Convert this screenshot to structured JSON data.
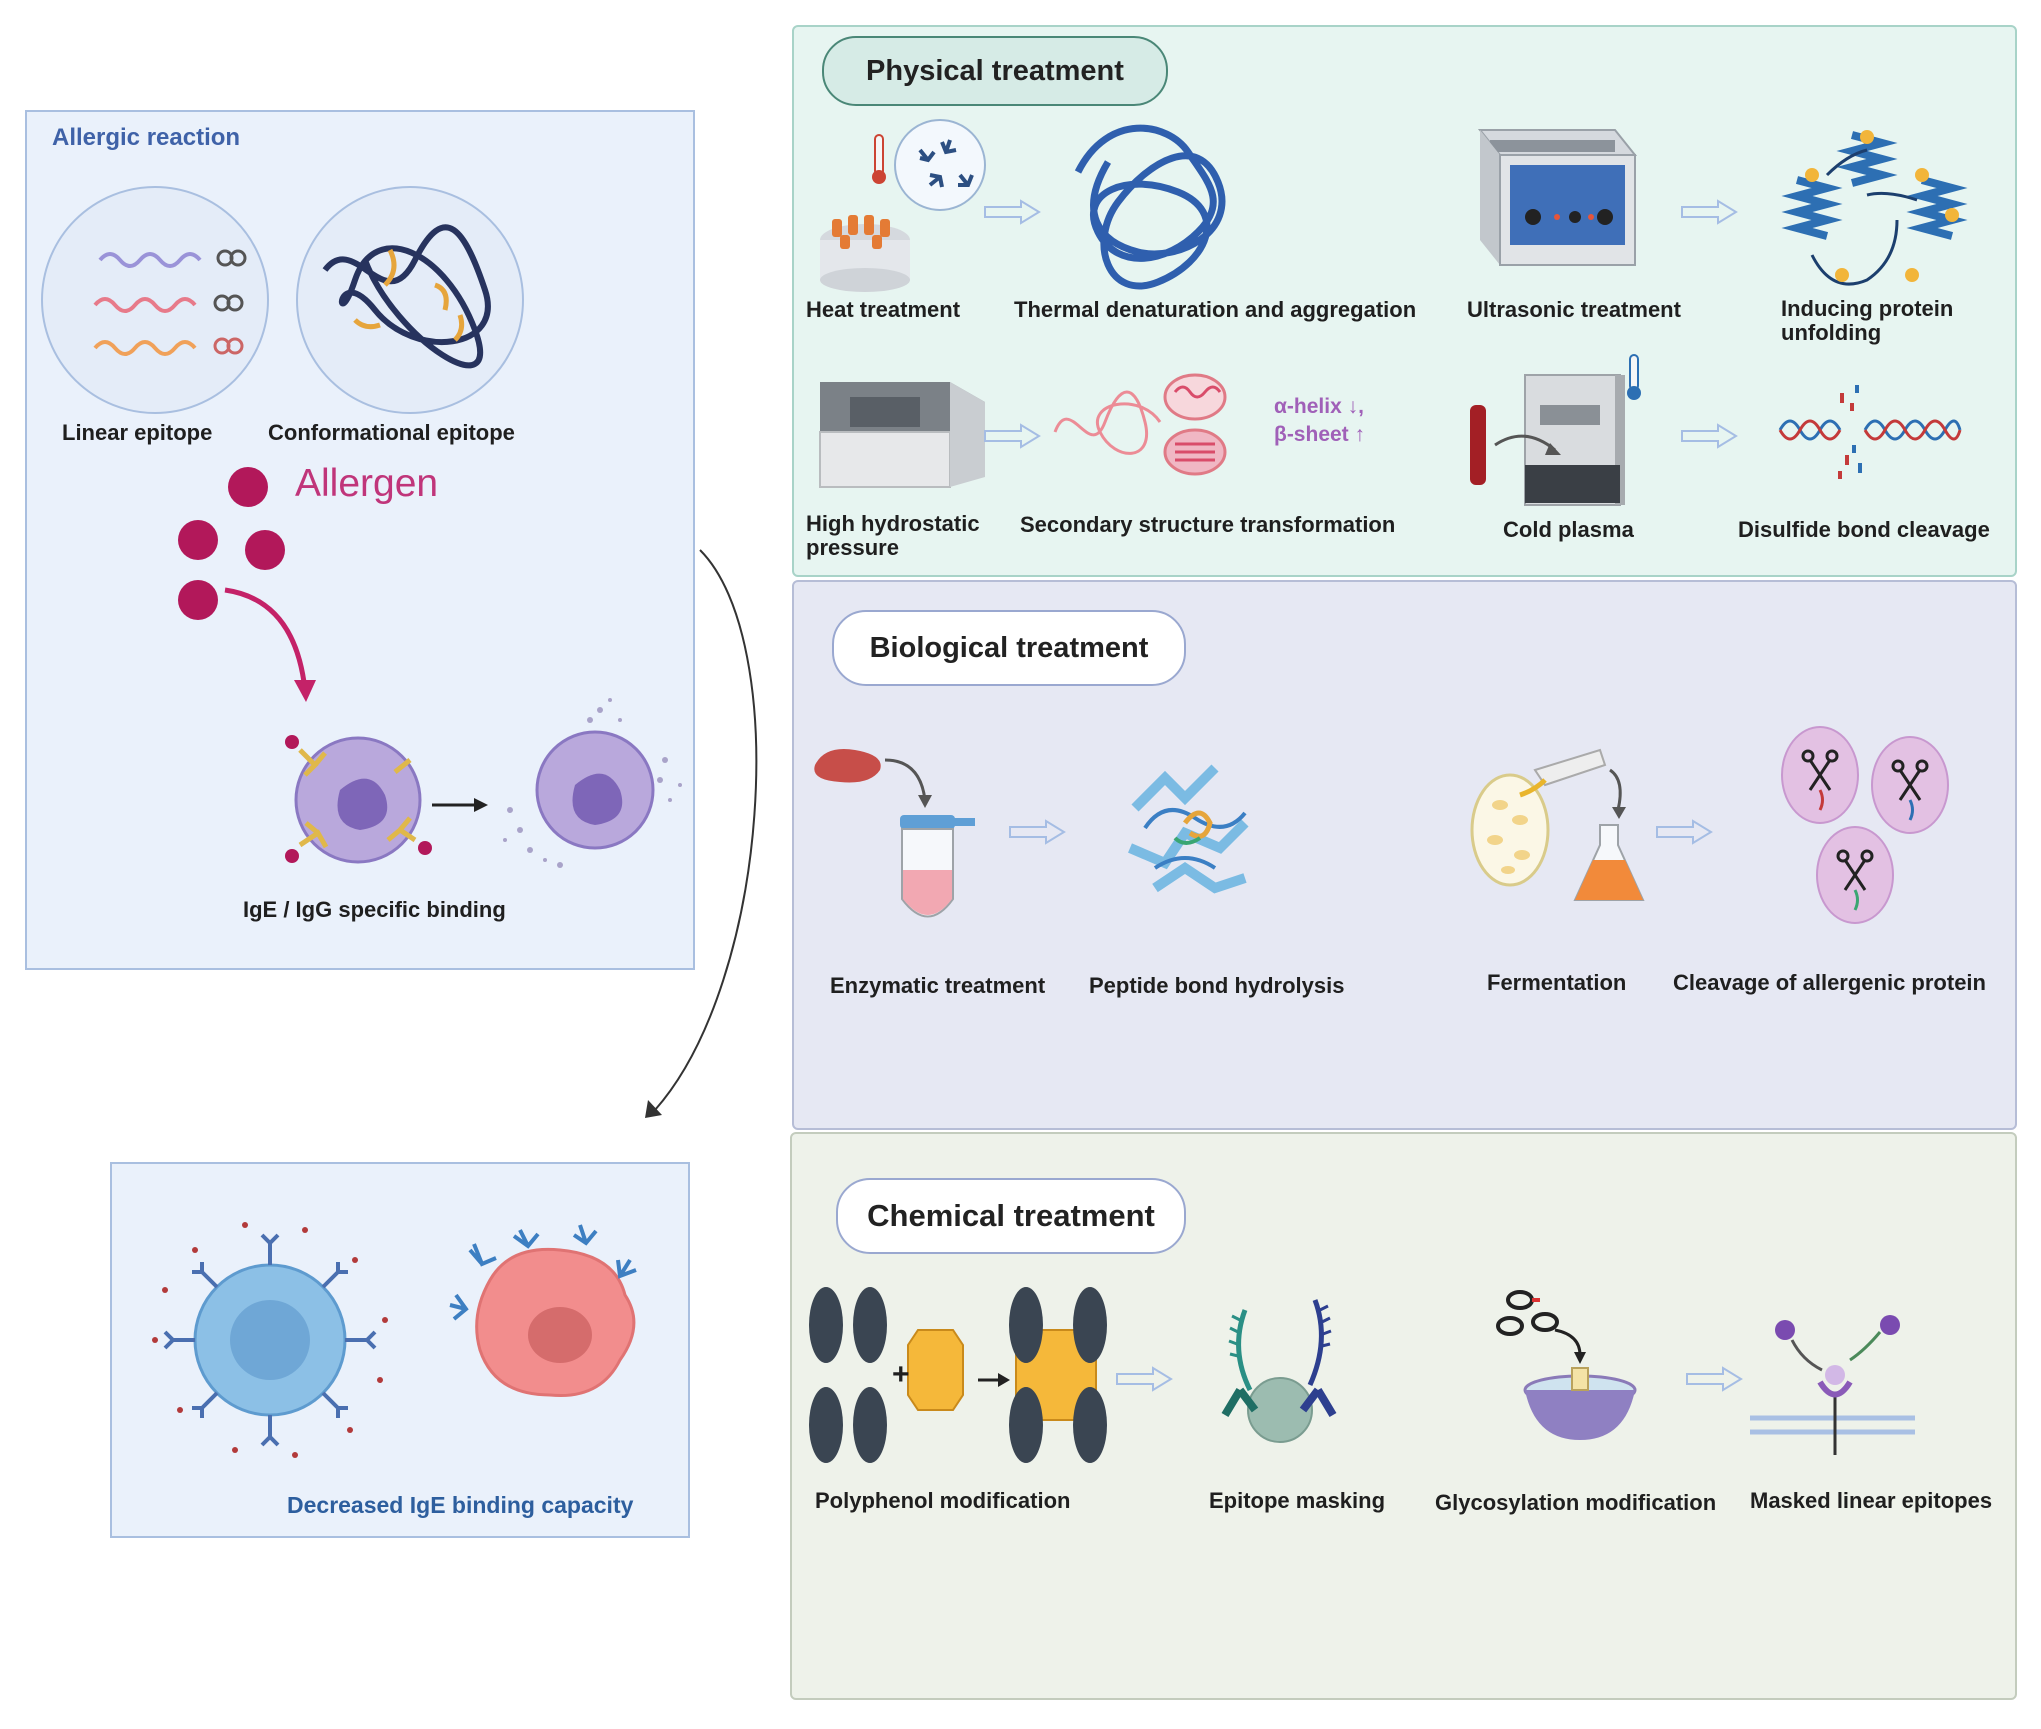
{
  "allergic_panel": {
    "title": "Allergic reaction",
    "linear_epitope": "Linear epitope",
    "conformational_epitope": "Conformational epitope",
    "allergen": "Allergen",
    "binding": "IgE / IgG specific binding"
  },
  "decreased_panel": {
    "caption": "Decreased IgE binding capacity"
  },
  "physical": {
    "title": "Physical treatment",
    "heat": "Heat treatment",
    "thermal": "Thermal denaturation and aggregation",
    "ultrasonic": "Ultrasonic treatment",
    "unfolding": "Inducing protein unfolding",
    "hhp": "High hydrostatic pressure",
    "secondary": "Secondary structure transformation",
    "helix_note_1": "α-helix ↓,",
    "helix_note_2": "β-sheet ↑",
    "cold_plasma": "Cold plasma",
    "disulfide": "Disulfide bond cleavage"
  },
  "biological": {
    "title": "Biological treatment",
    "enzymatic": "Enzymatic treatment",
    "peptide": "Peptide bond hydrolysis",
    "fermentation": "Fermentation",
    "cleavage": "Cleavage of allergenic protein"
  },
  "chemical": {
    "title": "Chemical treatment",
    "polyphenol": "Polyphenol modification",
    "masking": "Epitope masking",
    "glycosylation": "Glycosylation modification",
    "masked": "Masked linear epitopes",
    "plus": "+"
  },
  "colors": {
    "physical_bg": "#e7f5f1",
    "biological_bg": "#e6e8f3",
    "chemical_bg": "#eef2ea",
    "allergic_bg": "#eaf1fb",
    "allergen": "#c0357a"
  }
}
